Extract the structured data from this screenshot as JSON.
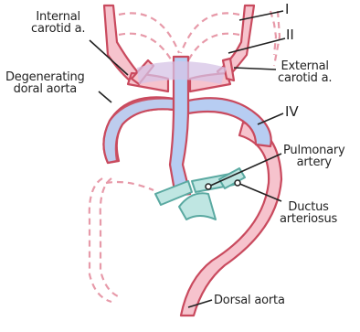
{
  "colors": {
    "vessel_wall": "#c94a5e",
    "vessel_fill": "#f6c3cd",
    "degenerated_dash": "#e79aa9",
    "blue_region": "#b7cdf2",
    "teal_pulmonary": "#bfe6e2",
    "teal_wall": "#5aa9a1",
    "purple_arch": "#d6c3e6",
    "leader_line": "#222222",
    "text": "#222222"
  },
  "labels": {
    "internal_carotid": [
      "Internal",
      "carotid a."
    ],
    "degenerating_dorsal": [
      "Degenerating",
      "doral aorta"
    ],
    "arch_1": "I",
    "arch_2": "II",
    "external_carotid": [
      "External",
      "carotid a."
    ],
    "arch_4": "IV",
    "pulmonary_artery": [
      "Pulmonary",
      "artery"
    ],
    "ductus_arteriosus": [
      "Ductus",
      "arteriosus"
    ],
    "dorsal_aorta": "Dorsal aorta"
  }
}
